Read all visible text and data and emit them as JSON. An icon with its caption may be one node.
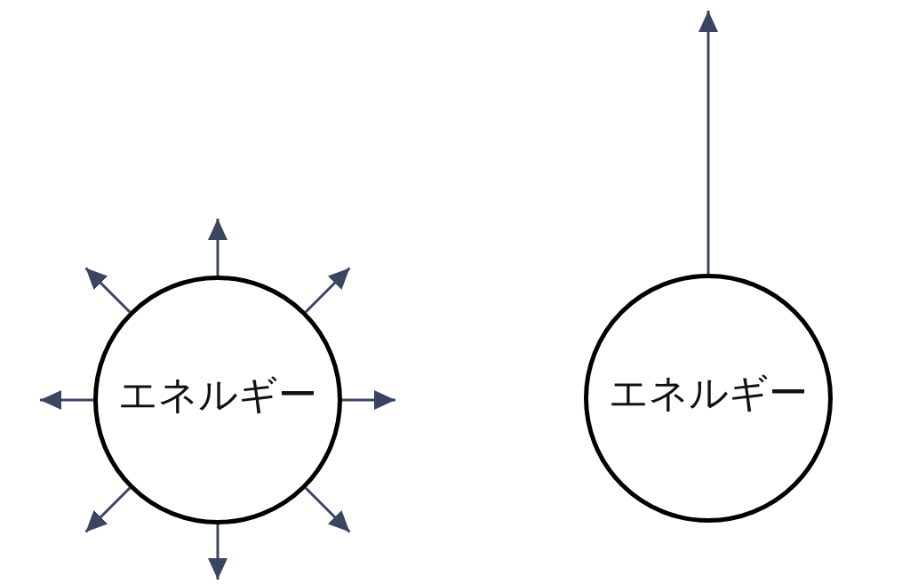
{
  "diagram": {
    "nodes": [
      {
        "text": [
          "エネルギー"
        ]
      },
      {
        "text": [
          "エネルギー"
        ]
      }
    ],
    "edges": [
      {
        "from": 0,
        "to": null,
        "arrow": "to"
      },
      {
        "from": 0,
        "to": null,
        "arrow": "to"
      },
      {
        "from": 0,
        "to": null,
        "arrow": "to"
      },
      {
        "from": 0,
        "to": null,
        "arrow": "to"
      },
      {
        "from": 0,
        "to": null,
        "arrow": "to"
      },
      {
        "from": 0,
        "to": null,
        "arrow": "to"
      },
      {
        "from": 0,
        "to": null,
        "arrow": "to"
      },
      {
        "from": 0,
        "to": null,
        "arrow": "to"
      },
      {
        "from": 1,
        "to": null,
        "arrow": "to"
      }
    ]
  }
}
